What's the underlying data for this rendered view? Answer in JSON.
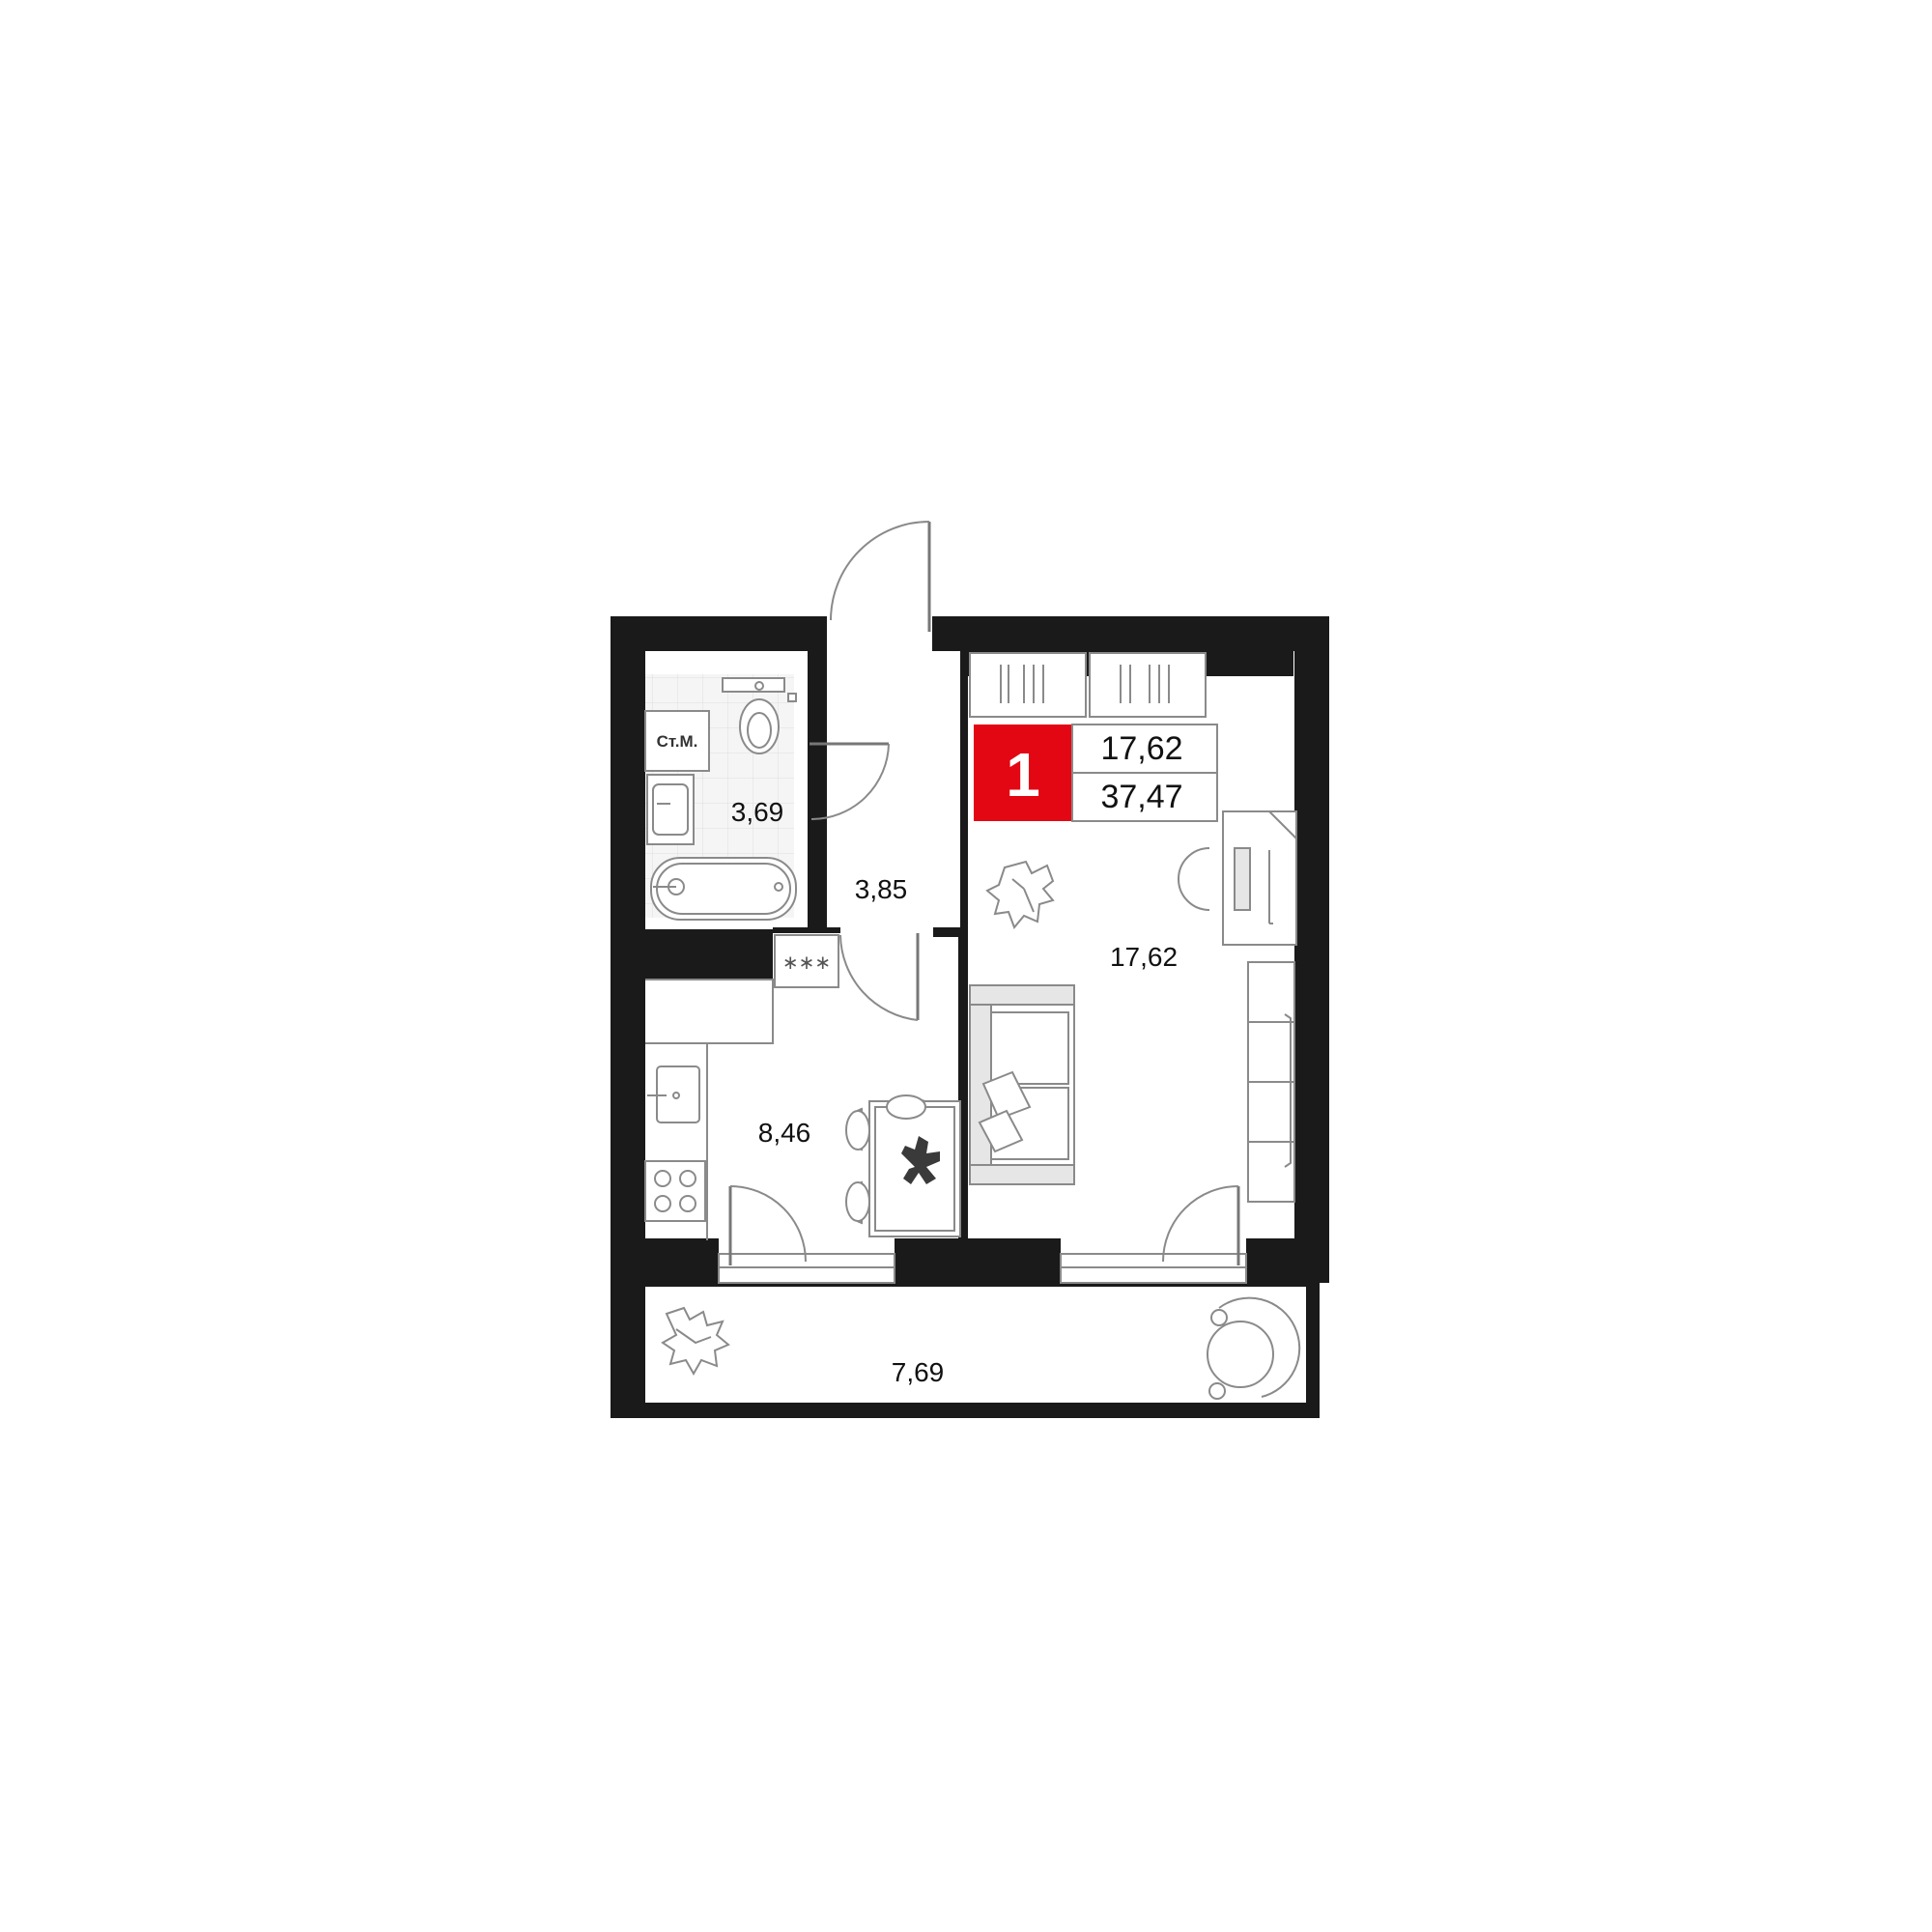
{
  "unit_badge": {
    "rooms": "1",
    "living_area": "17,62",
    "total_area": "37,47",
    "badge_color": "#e30613"
  },
  "rooms": {
    "bathroom": "3,69",
    "hall": "3,85",
    "living": "17,62",
    "kitchen": "8,46",
    "balcony": "7,69"
  },
  "fixtures": {
    "washing_machine": "Ст.М.",
    "vent_grille": "∗∗∗"
  },
  "colors": {
    "wall": "#1a1a1a",
    "tile": "#f3f3f3",
    "accent": "#e30613"
  }
}
